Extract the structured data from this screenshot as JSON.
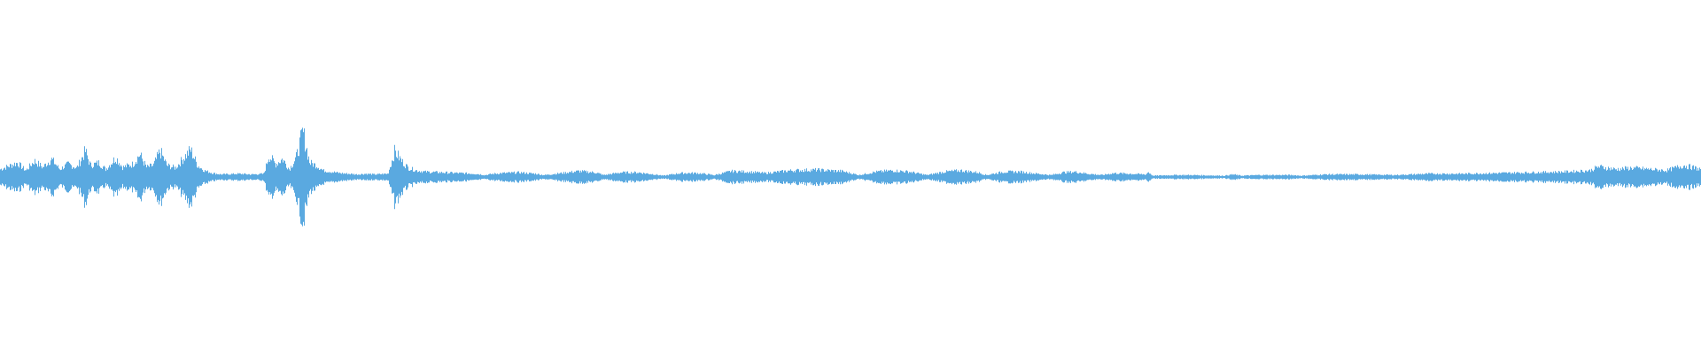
{
  "waveform": {
    "color": "#5aa9e0",
    "background": "#ffffff",
    "envelope": [
      [
        0.0,
        0.12
      ],
      [
        0.01,
        0.22
      ],
      [
        0.015,
        0.1
      ],
      [
        0.02,
        0.25
      ],
      [
        0.025,
        0.15
      ],
      [
        0.03,
        0.28
      ],
      [
        0.035,
        0.12
      ],
      [
        0.04,
        0.2
      ],
      [
        0.045,
        0.14
      ],
      [
        0.05,
        0.4
      ],
      [
        0.053,
        0.18
      ],
      [
        0.058,
        0.22
      ],
      [
        0.062,
        0.12
      ],
      [
        0.068,
        0.3
      ],
      [
        0.072,
        0.15
      ],
      [
        0.078,
        0.2
      ],
      [
        0.082,
        0.35
      ],
      [
        0.086,
        0.15
      ],
      [
        0.09,
        0.18
      ],
      [
        0.094,
        0.4
      ],
      [
        0.098,
        0.18
      ],
      [
        0.103,
        0.14
      ],
      [
        0.108,
        0.3
      ],
      [
        0.112,
        0.42
      ],
      [
        0.116,
        0.18
      ],
      [
        0.12,
        0.1
      ],
      [
        0.125,
        0.06
      ],
      [
        0.13,
        0.04
      ],
      [
        0.14,
        0.05
      ],
      [
        0.148,
        0.04
      ],
      [
        0.155,
        0.05
      ],
      [
        0.158,
        0.33
      ],
      [
        0.162,
        0.2
      ],
      [
        0.166,
        0.28
      ],
      [
        0.17,
        0.12
      ],
      [
        0.174,
        0.3
      ],
      [
        0.178,
        0.7
      ],
      [
        0.182,
        0.22
      ],
      [
        0.186,
        0.18
      ],
      [
        0.19,
        0.1
      ],
      [
        0.195,
        0.08
      ],
      [
        0.2,
        0.06
      ],
      [
        0.205,
        0.05
      ],
      [
        0.21,
        0.04
      ],
      [
        0.215,
        0.05
      ],
      [
        0.22,
        0.04
      ],
      [
        0.228,
        0.05
      ],
      [
        0.232,
        0.4
      ],
      [
        0.236,
        0.25
      ],
      [
        0.24,
        0.14
      ],
      [
        0.245,
        0.1
      ],
      [
        0.25,
        0.08
      ],
      [
        0.26,
        0.07
      ],
      [
        0.27,
        0.06
      ],
      [
        0.28,
        0.05
      ],
      [
        0.285,
        0.03
      ],
      [
        0.29,
        0.05
      ],
      [
        0.295,
        0.06
      ],
      [
        0.305,
        0.07
      ],
      [
        0.315,
        0.05
      ],
      [
        0.32,
        0.03
      ],
      [
        0.33,
        0.06
      ],
      [
        0.34,
        0.09
      ],
      [
        0.35,
        0.07
      ],
      [
        0.355,
        0.03
      ],
      [
        0.365,
        0.07
      ],
      [
        0.375,
        0.07
      ],
      [
        0.385,
        0.04
      ],
      [
        0.39,
        0.02
      ],
      [
        0.4,
        0.06
      ],
      [
        0.41,
        0.06
      ],
      [
        0.42,
        0.03
      ],
      [
        0.43,
        0.09
      ],
      [
        0.44,
        0.08
      ],
      [
        0.45,
        0.06
      ],
      [
        0.465,
        0.1
      ],
      [
        0.48,
        0.11
      ],
      [
        0.495,
        0.09
      ],
      [
        0.505,
        0.03
      ],
      [
        0.515,
        0.08
      ],
      [
        0.525,
        0.1
      ],
      [
        0.535,
        0.08
      ],
      [
        0.545,
        0.03
      ],
      [
        0.555,
        0.08
      ],
      [
        0.565,
        0.1
      ],
      [
        0.575,
        0.07
      ],
      [
        0.58,
        0.03
      ],
      [
        0.59,
        0.08
      ],
      [
        0.6,
        0.08
      ],
      [
        0.61,
        0.05
      ],
      [
        0.618,
        0.03
      ],
      [
        0.625,
        0.07
      ],
      [
        0.632,
        0.08
      ],
      [
        0.64,
        0.05
      ],
      [
        0.648,
        0.03
      ],
      [
        0.655,
        0.06
      ],
      [
        0.665,
        0.05
      ],
      [
        0.674,
        0.04
      ],
      [
        0.675,
        0.08
      ],
      [
        0.678,
        0.02
      ],
      [
        0.69,
        0.03
      ],
      [
        0.7,
        0.03
      ],
      [
        0.71,
        0.025
      ],
      [
        0.72,
        0.02
      ],
      [
        0.725,
        0.04
      ],
      [
        0.73,
        0.02
      ],
      [
        0.74,
        0.03
      ],
      [
        0.75,
        0.03
      ],
      [
        0.76,
        0.03
      ],
      [
        0.765,
        0.02
      ],
      [
        0.78,
        0.04
      ],
      [
        0.8,
        0.04
      ],
      [
        0.82,
        0.03
      ],
      [
        0.84,
        0.05
      ],
      [
        0.86,
        0.05
      ],
      [
        0.88,
        0.06
      ],
      [
        0.9,
        0.07
      ],
      [
        0.92,
        0.08
      ],
      [
        0.935,
        0.1
      ],
      [
        0.94,
        0.16
      ],
      [
        0.95,
        0.12
      ],
      [
        0.96,
        0.14
      ],
      [
        0.97,
        0.12
      ],
      [
        0.98,
        0.1
      ],
      [
        0.99,
        0.18
      ],
      [
        1.0,
        0.12
      ]
    ]
  }
}
